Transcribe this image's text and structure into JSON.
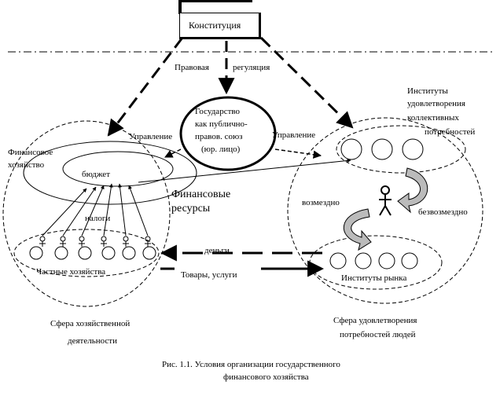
{
  "labels": {
    "constitution": "Конституция",
    "legal": "Правовая",
    "regulation": "регуляция",
    "state": [
      "Государство",
      "как публично-",
      "правов. союз",
      "(юр. лицо)"
    ],
    "management_left": "Управление",
    "management_right": "Управление",
    "collective_institutions": [
      "Институты",
      "удовлетворения",
      "коллективных",
      "потребностей"
    ],
    "financial_economy": [
      "Финансовое",
      "хозяйство"
    ],
    "budget": "бюджет",
    "financial_resources": [
      "Финансовые",
      "ресурсы"
    ],
    "repayable": "возмездно",
    "free": "безвозмездно",
    "taxes": "налоги",
    "money": "деньги",
    "goods_services": "Товары, услуги",
    "private_households": "Частные хозяйства",
    "market_institutions": "Институты рынка",
    "economic_sphere": [
      "Сфера хозяйственной",
      "деятельности"
    ],
    "needs_sphere": [
      "Сфера удовлетворения",
      "потребностей людей"
    ],
    "caption": [
      "Рис. 1.1. Условия организации государственного",
      "финансового хозяйства"
    ]
  }
}
